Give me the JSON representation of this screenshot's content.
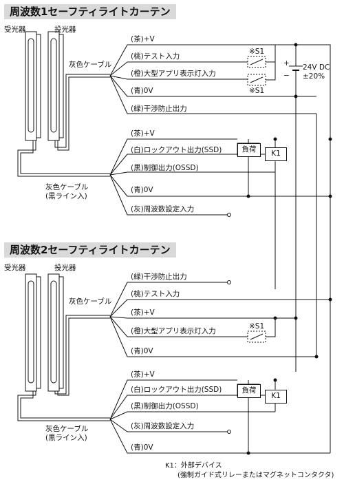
{
  "section1": {
    "title": "周波数1セーフティライトカーテン",
    "receiver": "受光器",
    "emitter": "投光器",
    "gray_cable": "灰色ケーブル",
    "gray_cable_black_line_1": "灰色ケーブル",
    "gray_cable_black_line_2": "(黒ライン入)",
    "wires": [
      "(茶)+V",
      "(桃)テスト入力",
      "(橙)大型アプリ表示灯入力",
      "(青)0V",
      "(緑)干渉防止出力",
      "(茶)+V",
      "(白)ロックアウト出力(SSD)",
      "(黒)制御出力(OSSD)",
      "(青)0V",
      "(灰)周波数設定入力"
    ],
    "s1_top": "※S1",
    "s1_bottom": "※S1",
    "power_line1": "24V DC",
    "power_line2": "±20%",
    "plus": "+",
    "minus": "−",
    "load": "負荷",
    "k1": "K1"
  },
  "section2": {
    "title": "周波数2セーフティライトカーテン",
    "receiver": "受光器",
    "emitter": "投光器",
    "gray_cable": "灰色ケーブル",
    "gray_cable_black_line_1": "灰色ケーブル",
    "gray_cable_black_line_2": "(黒ライン入)",
    "wires": [
      "(緑)干渉防止出力",
      "(桃)テスト入力",
      "(茶)+V",
      "(橙)大型アプリ表示灯入力",
      "(青)0V",
      "(茶)+V",
      "(白)ロックアウト出力(SSD)",
      "(黒)制御出力(OSSD)",
      "(灰)周波数設定入力",
      "(青)0V"
    ],
    "s1": "※S1",
    "load": "負荷",
    "k1": "K1"
  },
  "footnote": {
    "line1": "K1：外部デバイス",
    "line2": "(強制ガイド式リレーまたはマグネットコンタクタ)"
  }
}
